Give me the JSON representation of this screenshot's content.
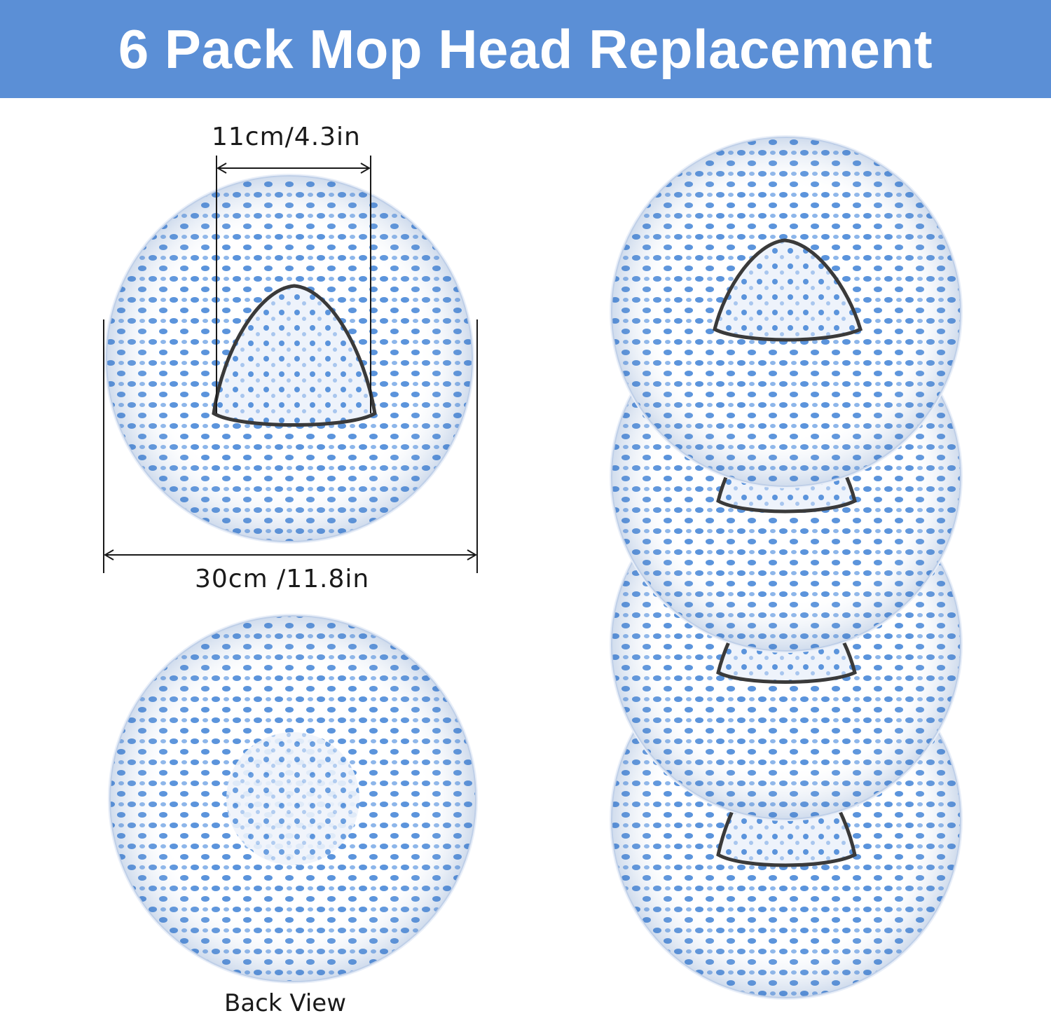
{
  "banner": {
    "title": "6 Pack Mop Head Replacement",
    "color": "#5b8fd6"
  },
  "dimensions": {
    "inner_width": "11cm/4.3in",
    "outer_width": "30cm /11.8in"
  },
  "labels": {
    "back_view": "Back View"
  },
  "colors": {
    "yarn_blue": "#5b94dc",
    "yarn_white": "#ffffff",
    "frame": "#3a3a3a"
  }
}
